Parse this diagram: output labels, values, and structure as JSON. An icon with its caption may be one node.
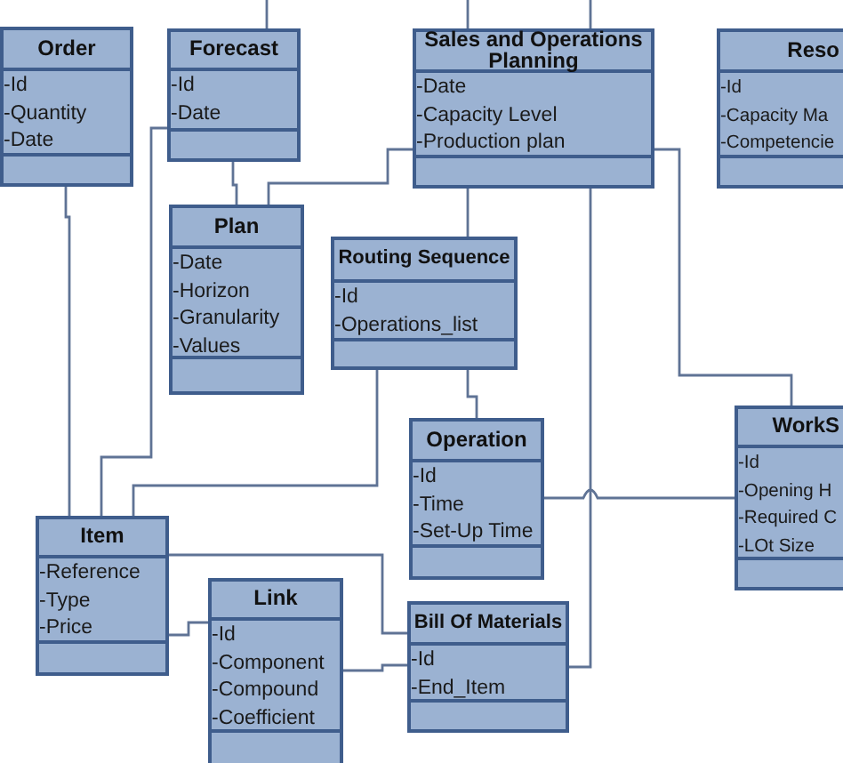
{
  "diagram": {
    "nodes": [
      {
        "text": [
          "Order",
          "-Id",
          "-Quantity",
          "-Date"
        ]
      },
      {
        "text": [
          "Forecast",
          "-Id",
          "-Date"
        ]
      },
      {
        "text": [
          "Sales and Operations Planning",
          "-Date",
          "-Capacity Level",
          "-Production plan"
        ]
      },
      {
        "text": [
          "Reso",
          "-Id",
          "-Capacity Ma",
          "-Competencie"
        ]
      },
      {
        "text": [
          "Plan",
          "-Date",
          "-Horizon",
          "-Granularity",
          "-Values"
        ]
      },
      {
        "text": [
          "Routing Sequence",
          "-Id",
          "-Operations_list"
        ]
      },
      {
        "text": [
          "Operation",
          "-Id",
          "-Time",
          "-Set-Up Time"
        ]
      },
      {
        "text": [
          "WorkS",
          "-Id",
          "-Opening H",
          "-Required C",
          "-LOt Size"
        ]
      },
      {
        "text": [
          "Item",
          "-Reference",
          "-Type",
          "-Price"
        ]
      },
      {
        "text": [
          "Link",
          "-Id",
          "-Component",
          "-Compound",
          "-Coefficient"
        ]
      },
      {
        "text": [
          "Bill Of Materials",
          "-Id",
          "-End_Item"
        ]
      }
    ],
    "edges": [
      {
        "from": null,
        "to": 1,
        "arrow": "none"
      },
      {
        "from": null,
        "to": 2,
        "arrow": "none"
      },
      {
        "from": null,
        "to": 2,
        "arrow": "none"
      },
      {
        "from": 0,
        "to": 8,
        "arrow": "none"
      },
      {
        "from": 1,
        "to": 4,
        "arrow": "none"
      },
      {
        "from": 1,
        "to": 8,
        "arrow": "none"
      },
      {
        "from": 2,
        "to": 4,
        "arrow": "none"
      },
      {
        "from": 2,
        "to": 5,
        "arrow": "none"
      },
      {
        "from": 2,
        "to": 7,
        "arrow": "none"
      },
      {
        "from": 2,
        "to": 10,
        "arrow": "none"
      },
      {
        "from": 5,
        "to": 6,
        "arrow": "none"
      },
      {
        "from": 5,
        "to": 8,
        "arrow": "none"
      },
      {
        "from": 6,
        "to": 7,
        "arrow": "none"
      },
      {
        "from": 8,
        "to": 10,
        "arrow": "none"
      },
      {
        "from": 8,
        "to": 9,
        "arrow": "none"
      },
      {
        "from": 9,
        "to": 10,
        "arrow": "none"
      }
    ]
  }
}
